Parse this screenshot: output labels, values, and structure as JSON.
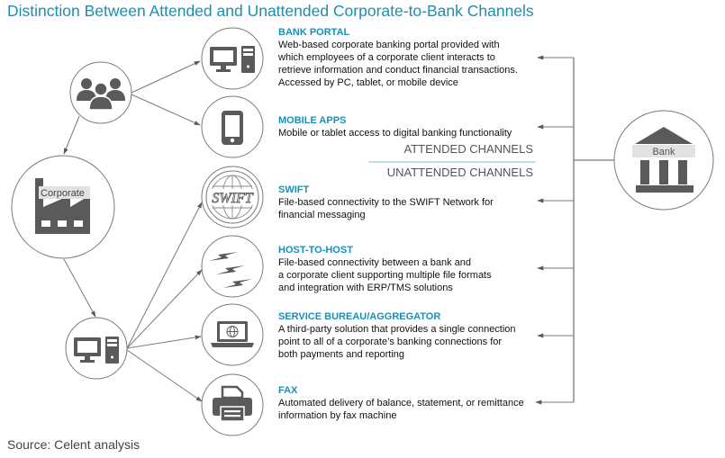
{
  "title": "Distinction Between Attended and Unattended Corporate-to-Bank Channels",
  "nodes": {
    "employees": {
      "icon": "people-group-icon"
    },
    "corporate": {
      "label": "Corporate",
      "icon": "factory-icon"
    },
    "corporate_system": {
      "icon": "desktop-computer-icon"
    },
    "bank": {
      "label": "Bank",
      "icon": "bank-building-icon"
    }
  },
  "channels": [
    {
      "name": "BANK PORTAL",
      "icon": "desktop-computer-icon",
      "group": "attended",
      "description": "Web-based corporate banking portal provided with\nwhich employees of a corporate client interacts to\nretrieve information and conduct financial transactions.\nAccessed by PC, tablet, or mobile device"
    },
    {
      "name": "MOBILE APPS",
      "icon": "smartphone-icon",
      "group": "attended",
      "description": "Mobile or tablet access to digital banking functionality"
    },
    {
      "name": "SWIFT",
      "icon": "swift-globe-icon",
      "icon_text": "SWIFT",
      "group": "unattended",
      "description": "File-based connectivity to the SWIFT Network for\nfinancial messaging"
    },
    {
      "name": "HOST-TO-HOST",
      "icon": "lightning-bolts-icon",
      "group": "unattended",
      "description": "File-based connectivity between a bank and\na corporate client supporting multiple file formats\nand integration with ERP/TMS solutions"
    },
    {
      "name": "SERVICE BUREAU/AGGREGATOR",
      "icon": "laptop-globe-icon",
      "group": "unattended",
      "description": "A third-party solution that provides a single connection\npoint to all of a corporate’s banking connections for\nboth payments and reporting"
    },
    {
      "name": "FAX",
      "icon": "fax-printer-icon",
      "group": "unattended",
      "description": "Automated delivery of balance, statement, or remittance\ninformation by fax machine"
    }
  ],
  "divider": {
    "attended_label": "ATTENDED CHANNELS",
    "unattended_label": "UNATTENDED CHANNELS"
  },
  "source": "Source: Celent analysis",
  "colors": {
    "accent": "#1a8fb4",
    "icon": "#5a5a5a",
    "line": "#7a7a7a",
    "divider": "#8fd0dc"
  }
}
